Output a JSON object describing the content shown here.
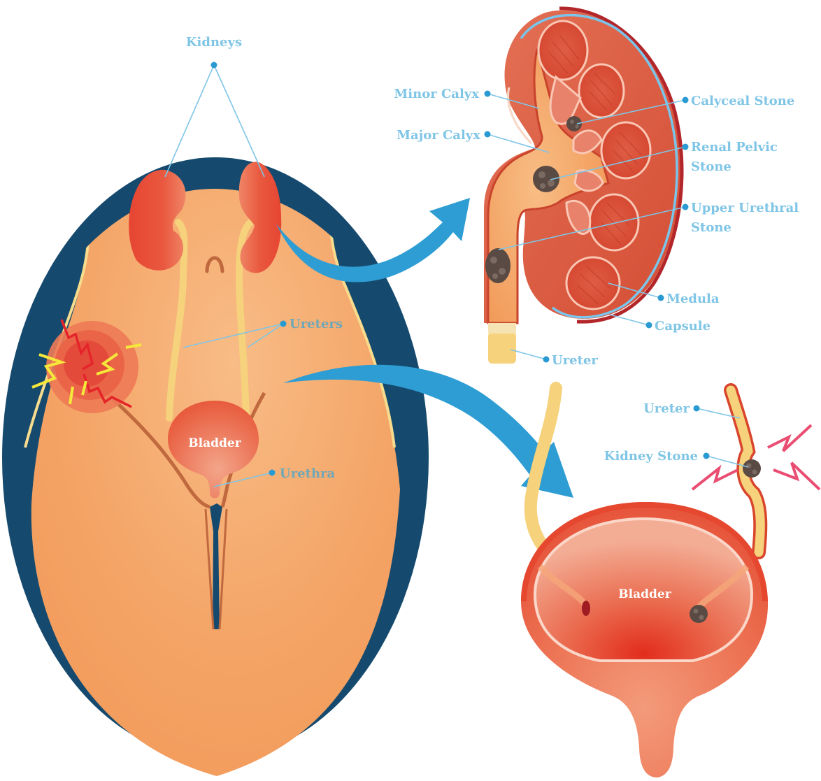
{
  "title": "Kidney stones anatomical diagram",
  "colors": {
    "label": "#7fc5e6",
    "leader_dot": "#2a9ad3",
    "arrow": "#2e9dd3",
    "background_circle": "#154a6e",
    "skin": "#f4a367",
    "kidney": "#e8533a",
    "ureter": "#f6d27c",
    "stone": "#5a4a44",
    "pain_bolt_red": "#e5242a",
    "pain_bolt_yellow": "#f5e83a",
    "pain_bolt_pink": "#ea4d72"
  },
  "body_view": {
    "labels": {
      "kidneys": "Kidneys",
      "ureters": "Ureters",
      "bladder": "Bladder",
      "urethra": "Urethra"
    }
  },
  "kidney_cross_section": {
    "labels": {
      "minor_calyx": "Minor Calyx",
      "major_calyx": "Major Calyx",
      "calyceal_stone": "Calyceal Stone",
      "renal_pelvic_stone_line1": "Renal Pelvic",
      "renal_pelvic_stone_line2": "Stone",
      "upper_urethral_stone_line1": "Upper Urethral",
      "upper_urethral_stone_line2": "Stone",
      "medula": "Medula",
      "capsule": "Capsule",
      "ureter": "Ureter"
    }
  },
  "bladder_view": {
    "labels": {
      "ureter": "Ureter",
      "kidney_stone": "Kidney Stone",
      "bladder": "Bladder"
    }
  }
}
